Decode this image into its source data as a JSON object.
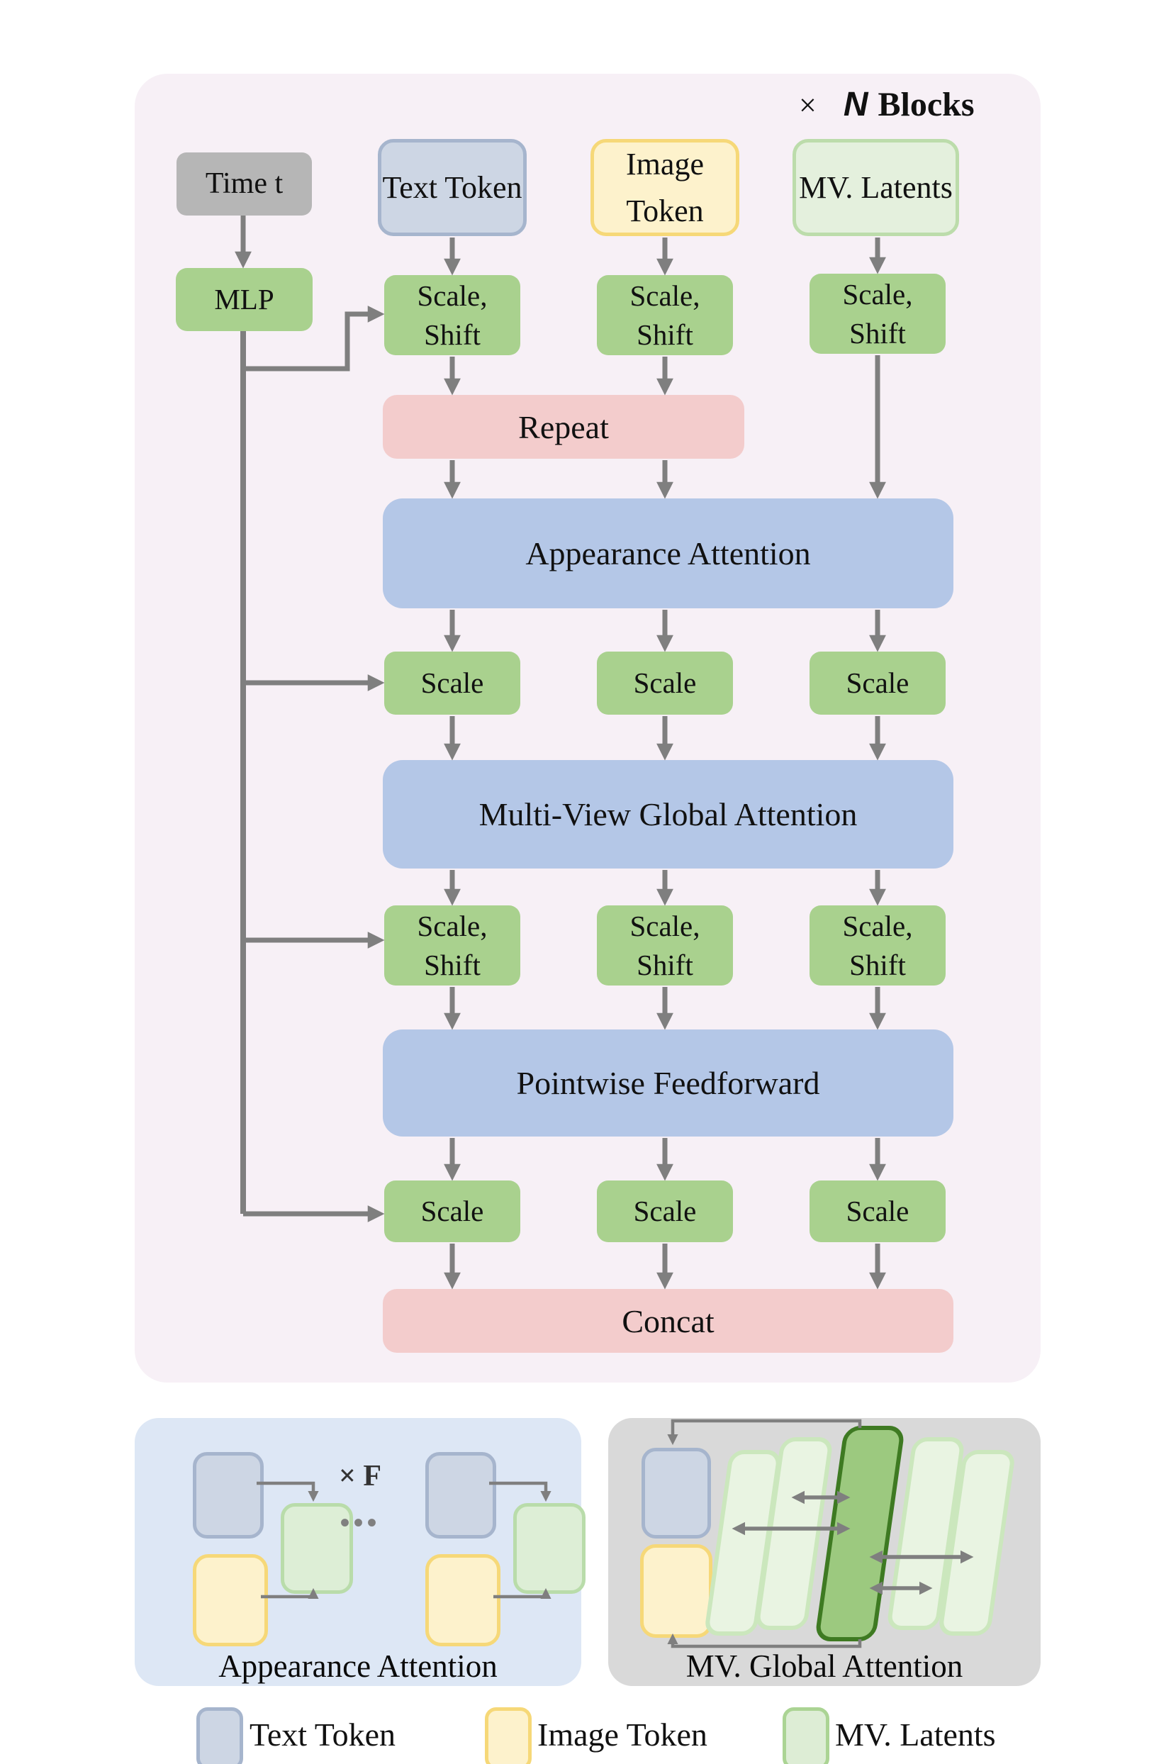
{
  "header": {
    "times": "×",
    "n": "N",
    "blocks": "Blocks"
  },
  "nodes": {
    "time_t": "Time t",
    "mlp": "MLP",
    "text_token": "Text Token",
    "image_token": "Image Token",
    "mv_latents": "MV. Latents",
    "scale_shift": [
      "Scale,",
      "Shift"
    ],
    "scale": "Scale",
    "repeat": "Repeat",
    "appearance_attention": "Appearance Attention",
    "mv_global_attention": "Multi-View Global Attention",
    "pointwise_feedforward": "Pointwise Feedforward",
    "concat": "Concat"
  },
  "insets": {
    "appearance": {
      "label": "Appearance Attention",
      "multiplier": "× F",
      "ellipsis": "•••"
    },
    "mv_global": {
      "label": "MV. Global Attention"
    }
  },
  "legend": {
    "items": [
      {
        "id": "text-token",
        "label": "Text Token"
      },
      {
        "id": "image-token",
        "label": "Image Token"
      },
      {
        "id": "mv-latents",
        "label": "MV. Latents"
      }
    ]
  },
  "colors": {
    "panel_bg": "#f7f0f6",
    "green_op_box": "#a9d18e",
    "blue_bar": "#b4c7e7",
    "pink_bar": "#f3cccc",
    "gray_box": "#b6b6b6",
    "text_token_fill": "#cdd6e4",
    "text_token_border": "#a6b5cd",
    "image_token_fill": "#fdf2cc",
    "image_token_border": "#f6d878",
    "mv_latents_fill": "#e4f0dd",
    "mv_latents_border": "#bcdcab",
    "arrow_gray": "#7f7f7f",
    "inset_left_bg": "#dde7f5",
    "inset_right_bg": "#d9d9d9",
    "dark_sheet_fill": "#9cc97f",
    "dark_sheet_border": "#3e7a22",
    "light_sheet_fill": "#e9f4e2",
    "light_sheet_border": "#cbe7bd"
  }
}
